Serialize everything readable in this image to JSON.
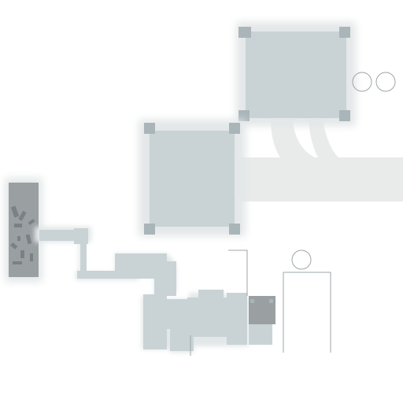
{
  "map": {
    "caption": "",
    "colors": {
      "background": "#ffffff",
      "room_fill": "#c9d3d6",
      "room_edge": "#b2bdc1",
      "pillar": "#aab5b9",
      "corridor": "#e9ebeb",
      "dark_room": "#9aa0a2",
      "outline": "#9ea5a8",
      "shadow": "#e3e7e8"
    },
    "features": {
      "large_rooms": 2,
      "corridor_rooms": 9,
      "dark_rooms": 2,
      "circle_markers": 3,
      "scattered_debris_pieces": 10
    }
  }
}
